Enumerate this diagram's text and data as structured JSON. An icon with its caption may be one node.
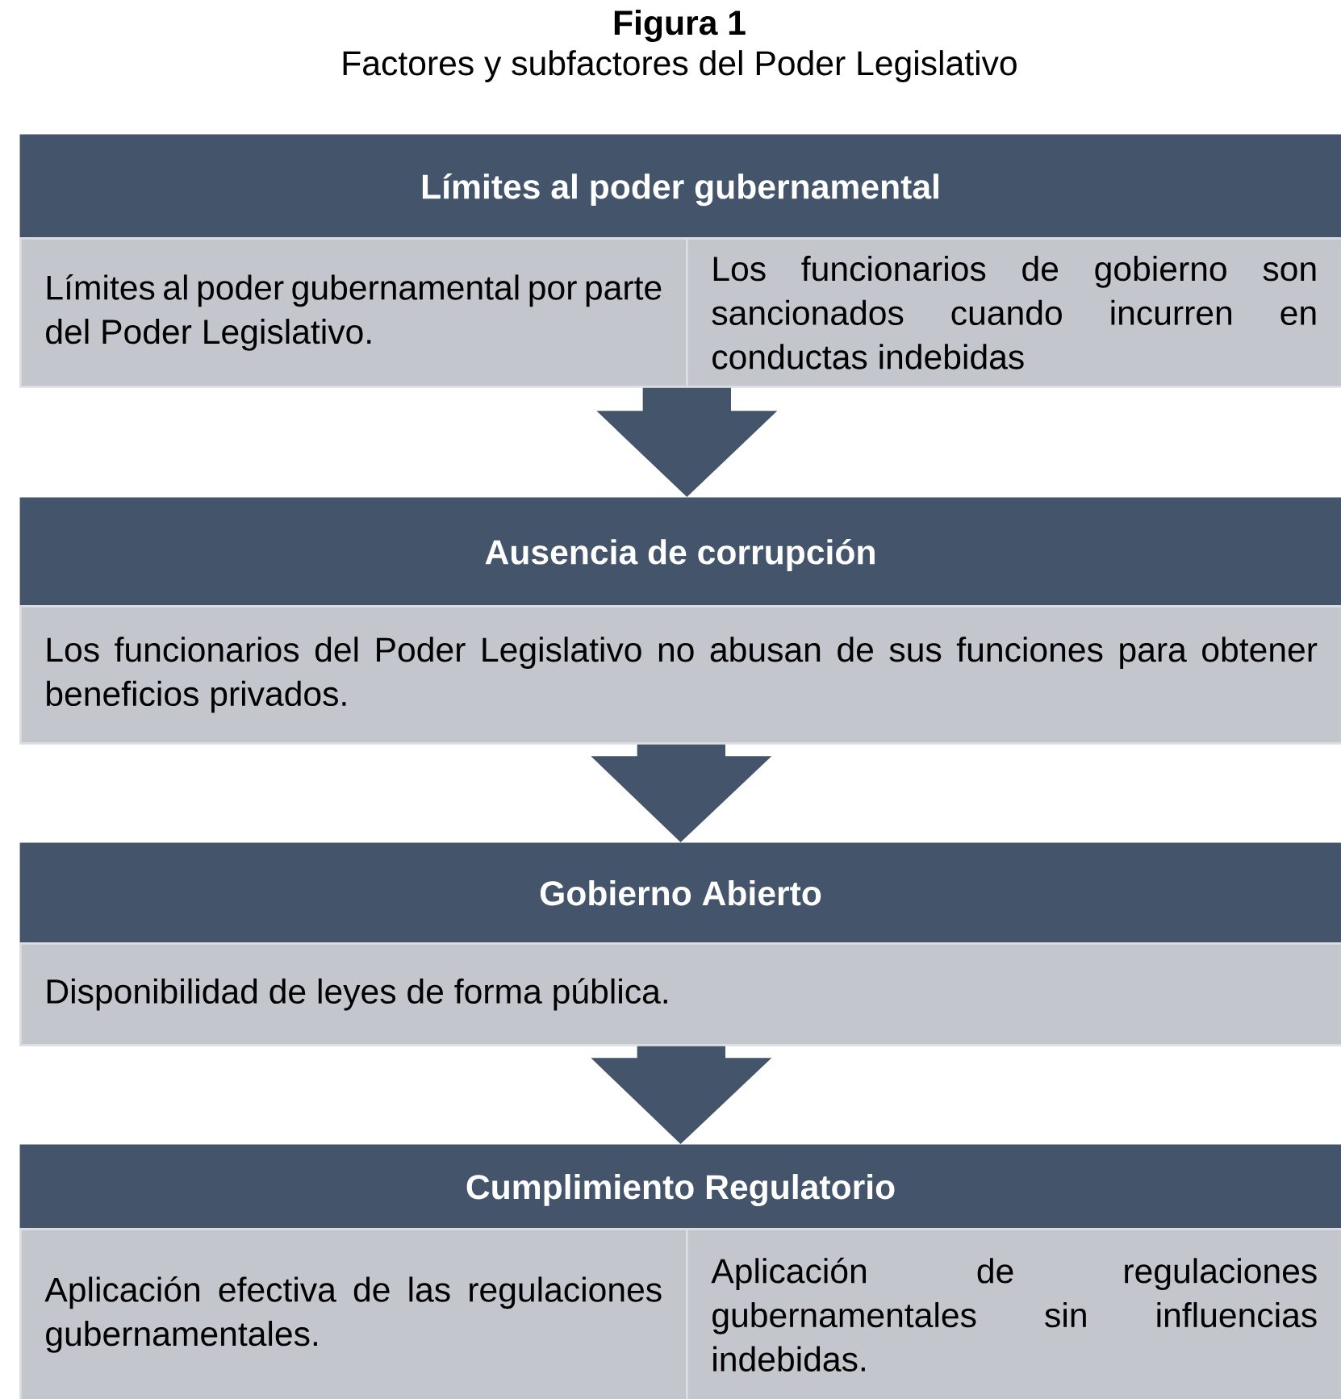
{
  "diagram": {
    "title": "Figura 1",
    "caption": "Factores y subfactores del Poder Legislativo",
    "nodes": [
      {
        "text": [
          "Límites al poder gubernamental"
        ]
      },
      {
        "text": [
          "Límites al poder gubernamental por parte del Poder Legislativo."
        ]
      },
      {
        "text": [
          "Los funcionarios de gobierno son sancionados cuando incurren en conductas indebidas"
        ]
      },
      {
        "text": [
          "Ausencia de corrupción"
        ]
      },
      {
        "text": [
          "Los funcionarios del Poder Legislativo no abusan de sus funciones para obtener beneficios privados."
        ]
      },
      {
        "text": [
          "Gobierno Abierto"
        ]
      },
      {
        "text": [
          "Disponibilidad de leyes de forma pública."
        ]
      },
      {
        "text": [
          "Cumplimiento Regulatorio"
        ]
      },
      {
        "text": [
          "Aplicación efectiva de las regulaciones gubernamentales."
        ]
      },
      {
        "text": [
          "Aplicación de regulaciones gubernamentales sin influencias indebidas."
        ]
      }
    ],
    "edges": [
      {
        "from": 1,
        "to": 3,
        "arrow": "to"
      },
      {
        "from": 2,
        "to": 3,
        "arrow": "to"
      },
      {
        "from": 4,
        "to": 5,
        "arrow": "to"
      },
      {
        "from": 6,
        "to": 7,
        "arrow": "to"
      }
    ]
  }
}
